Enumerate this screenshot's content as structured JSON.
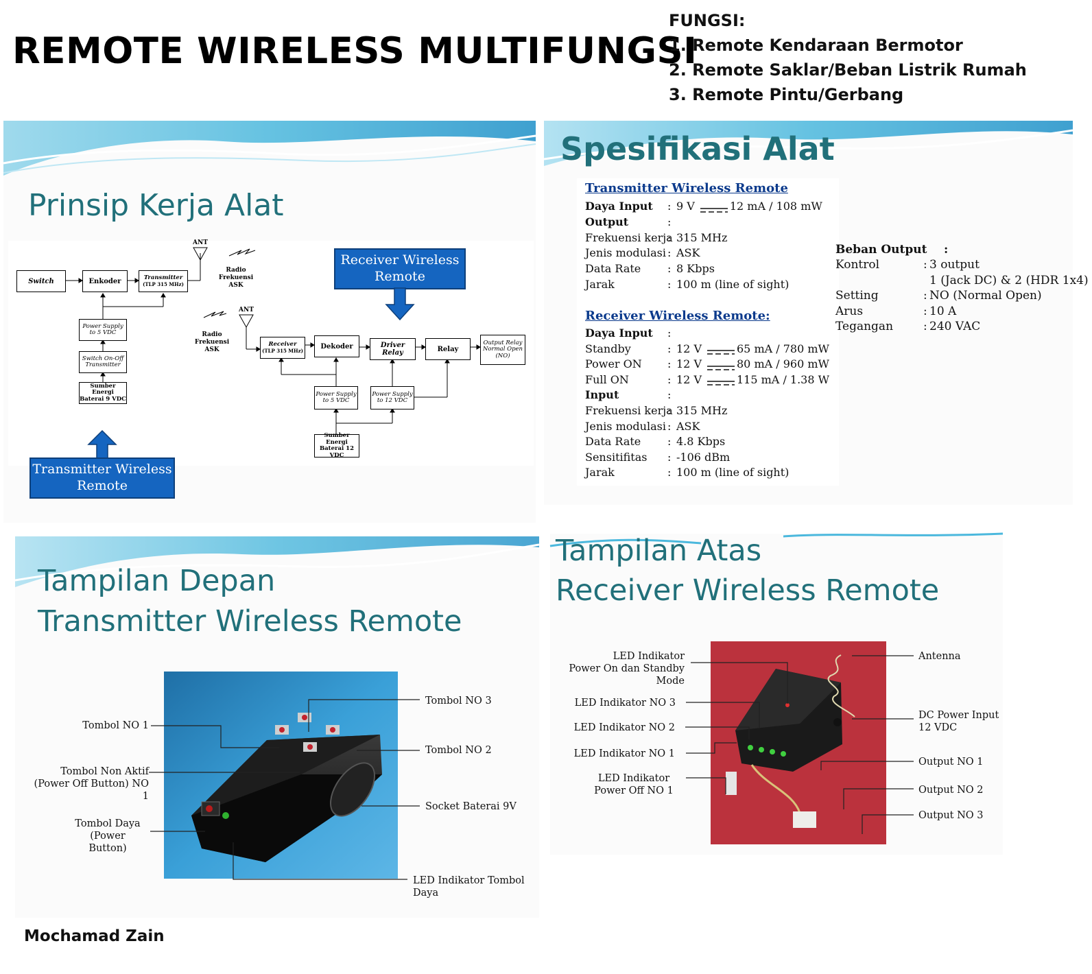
{
  "header": {
    "title": "REMOTE WIRELESS MULTIFUNGSI",
    "fungsi_heading": "FUNGSI:",
    "fungsi_items": [
      "1. Remote Kendaraan Bermotor",
      "2. Remote Saklar/Beban Listrik Rumah",
      "3. Remote Pintu/Gerbang"
    ]
  },
  "prinsip": {
    "title": "Prinsip Kerja Alat",
    "tx": {
      "switch": "Switch",
      "enkoder": "Enkoder",
      "transmitter": "Transmitter",
      "transmitter_sub": "(TLP 315 MHz)",
      "ps": "Power Supply to 5 VDC",
      "onoff": "Switch On-Off Transmitter",
      "energy": "Sumber Energi Baterai 9 VDC",
      "ant": "ANT",
      "radio": "Radio Frekuensi ASK"
    },
    "rx": {
      "receiver": "Receiver",
      "receiver_sub": "(TLP 315 MHz)",
      "dekoder": "Dekoder",
      "driver": "Driver Relay",
      "relay": "Relay",
      "output": "Output Relay Normal Open (NO)",
      "ps5": "Power Supply to 5 VDC",
      "ps12": "Power Supply to 12 VDC",
      "energy": "Sumber Energi Baterai 12 VDC",
      "ant": "ANT",
      "radio": "Radio Frekuensi ASK"
    },
    "callout_rx": "Receiver Wireless Remote",
    "callout_tx": "Transmitter Wireless Remote"
  },
  "spesifikasi": {
    "title": "Spesifikasi Alat",
    "tx_heading": "Transmitter Wireless Remote",
    "tx_rows": [
      {
        "label": "Daya Input",
        "value": "9 V",
        "dc": true,
        "value2": "12 mA / 108 mW",
        "bold": true
      },
      {
        "label": "Output",
        "value": "",
        "bold": true
      },
      {
        "label": "Frekuensi kerja",
        "value": "315 MHz"
      },
      {
        "label": "Jenis modulasi",
        "value": "ASK"
      },
      {
        "label": "Data Rate",
        "value": "8 Kbps"
      },
      {
        "label": "Jarak",
        "value": "100 m (line of sight)"
      }
    ],
    "rx_heading": "Receiver Wireless Remote:",
    "rx_rows": [
      {
        "label": "Daya Input",
        "value": "",
        "bold": true
      },
      {
        "label": "Standby",
        "value": "12 V",
        "dc": true,
        "value2": "65 mA / 780 mW"
      },
      {
        "label": "Power ON",
        "value": "12 V",
        "dc": true,
        "value2": "80 mA / 960 mW"
      },
      {
        "label": "Full ON",
        "value": "12 V",
        "dc": true,
        "value2": "115 mA / 1.38 W"
      },
      {
        "label": "Input",
        "value": "",
        "bold": true
      },
      {
        "label": "Frekuensi kerja",
        "value": "315 MHz"
      },
      {
        "label": "Jenis modulasi",
        "value": "ASK"
      },
      {
        "label": "Data Rate",
        "value": "4.8 Kbps"
      },
      {
        "label": "Sensitifitas",
        "value": "-106 dBm"
      },
      {
        "label": "Jarak",
        "value": "100 m (line of sight)"
      }
    ],
    "beban_heading": "Beban Output",
    "beban_rows": [
      {
        "label": "Kontrol",
        "value": "3 output"
      },
      {
        "label": "",
        "value": "1 (Jack DC) & 2 (HDR 1x4)"
      },
      {
        "label": "Setting",
        "value": "NO (Normal Open)"
      },
      {
        "label": "Arus",
        "value": "10 A"
      },
      {
        "label": "Tegangan",
        "value": "240 VAC"
      }
    ]
  },
  "depan": {
    "title1": "Tampilan Depan",
    "title2": "Transmitter Wireless Remote",
    "labels": {
      "no1": "Tombol NO 1",
      "nonaktif1": "Tombol Non Aktif",
      "nonaktif2": "(Power Off Button) NO",
      "nonaktif3": "1",
      "daya1": "Tombol Daya",
      "daya2": "(Power Button)",
      "no3": "Tombol NO 3",
      "no2": "Tombol NO 2",
      "socket": "Socket Baterai 9V",
      "led1": "LED Indikator Tombol",
      "led2": "Daya"
    }
  },
  "atas": {
    "title1": "Tampilan Atas",
    "title2": "Receiver Wireless Remote",
    "labels": {
      "led_power1": "LED Indikator",
      "led_power2": "Power On dan Standby Mode",
      "led3": "LED Indikator NO 3",
      "led2": "LED Indikator NO 2",
      "led1": "LED Indikator NO 1",
      "led_off1": "LED Indikator",
      "led_off2": "Power Off  NO 1",
      "antenna": "Antenna",
      "dc1": "DC  Power Input",
      "dc2": "12 VDC",
      "out1": "Output NO 1",
      "out2": "Output NO 2",
      "out3": "Output NO 3"
    }
  },
  "author": "Mochamad Zain",
  "colors": {
    "title_teal": "#21707a",
    "callout_blue": "#1565c0",
    "spec_heading": "#0b3a8c"
  }
}
